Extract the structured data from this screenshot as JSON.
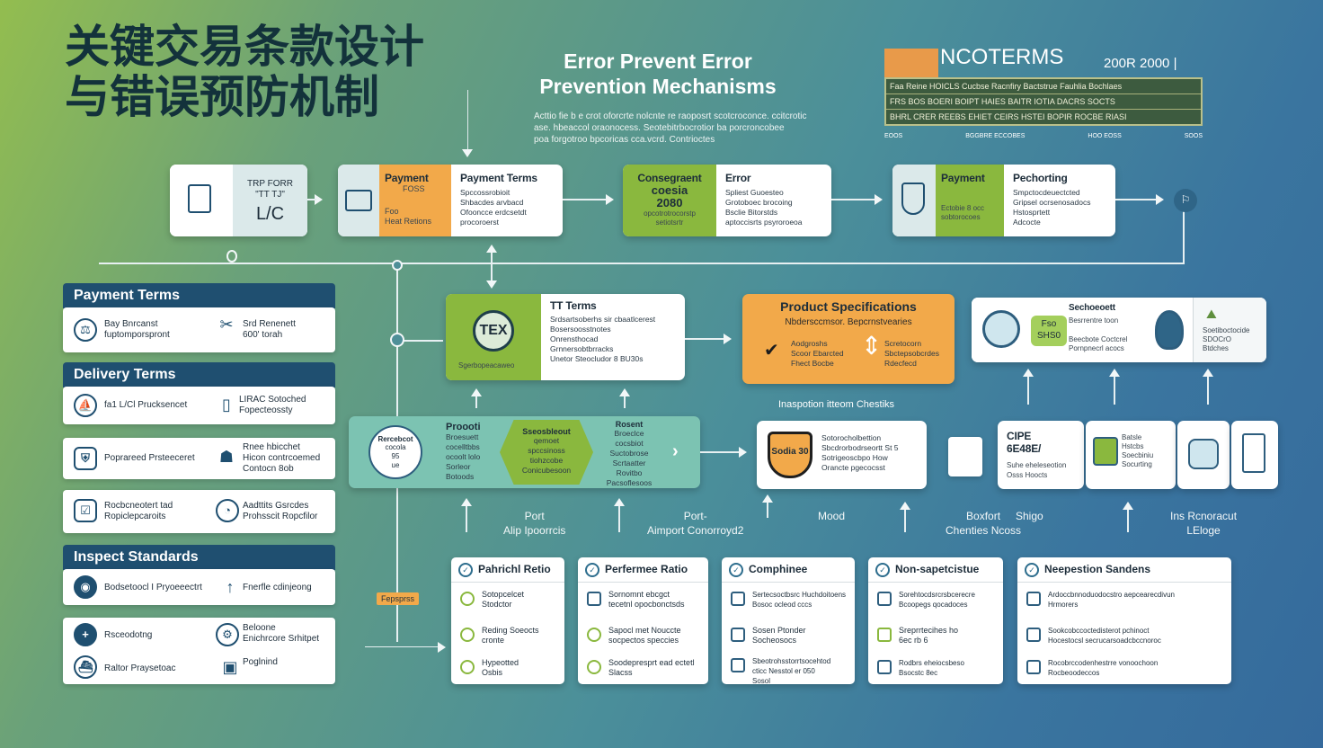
{
  "title": {
    "cn_line1": "关键交易条款设计",
    "cn_line2": "与错误预防机制",
    "en_line1": "Error Prevent Error",
    "en_line2": "Prevention Mechanisms",
    "subtitle_lines": [
      "Acttio fie b e crot oforcrte nolcnte re raoposrt scotcroconce. ccitcrotic",
      "ase. hbeaccol oraonocess. Seotebitrbocrotior ba porcroncobee",
      "poa forgotroo bpcoricas cca.vcrd. Contrioctes"
    ]
  },
  "incoterms": {
    "title": "NCOTERMS",
    "years": "200R 2000 |",
    "rows": [
      "Faa  Reine  HOICLS  Cucbse  Racnfiry  Bactstrue  Fauhlia  Bochlaes",
      "FRS  BOS   BOERI   BOIPT   HAIES   BAITR   IOTIA   DACRS   SOCTS",
      "BHRL  CRER  REEBS  EHIET  CEIRS  HSTEI  BOPIR  ROCBE  RIASI"
    ],
    "footer": [
      "EOOS",
      "BGGBRE ECCOBES",
      "HOO EOSS",
      "SOOS"
    ]
  },
  "top_flow": [
    {
      "id": "lc",
      "label": "L/C",
      "small": "TRP FORR\n\"TT TJ\""
    },
    {
      "id": "payment",
      "left_title": "Payment",
      "left_sub": "FOSS",
      "left_foot": "Foo\nHeat Retions",
      "title": "Payment Terms",
      "bullets": [
        "Spccossrobioit",
        "Shbacdes arvbacd",
        "Ofooncce erdcsetdt",
        "procoroerst"
      ]
    },
    {
      "id": "consignment",
      "left_title": "Consegraent",
      "left_num": "coesia\n2080",
      "left_foot": "opcotrotrocorstp\nsetiotsrtr",
      "title": "Error",
      "bullets": [
        "Spliest Guoesteo",
        "Grotoboec brocoing",
        "Bsclie Bitorstds",
        "aptoccisrts psyroroeoa"
      ]
    },
    {
      "id": "payment2",
      "left_title": "Payment",
      "left_foot": "Ectobie 8 occ\nsobtorocoes",
      "title": "Pechorting",
      "bullets": [
        "Smpctocdeuectcted",
        "Gripsel ocrsenosadocs",
        "Hstosprtett",
        "Adcocte"
      ]
    }
  ],
  "left_panel": {
    "payment_header": "Payment Terms",
    "payment_rows": [
      {
        "a": "Bay Bnrcanst\nfuptomporspront",
        "b": "Srd Renenett\n600' torah"
      }
    ],
    "delivery_header": "Delivery Terms",
    "delivery_rows": [
      {
        "a": "fa1 L/Cl Prucksencet",
        "b": "LIRAC Sotoched\nFopecteossty"
      },
      {
        "a": "Poprareed Prsteeceret",
        "b": "Rnee hbicchet\nHicon contrcoemed\nContocn 8ob"
      },
      {
        "a": "Rocbcneotert tad\nRopiclepcaroits",
        "b": "Aadttits Gsrcdes\nProhsscit Ropcfilor"
      }
    ],
    "inspect_header": "Inspect Standards",
    "inspect_rows": [
      {
        "a": "Bodsetoocl I Pryoeeectrt",
        "b": "Fnerfle cdinjeong"
      },
      {
        "a": "Rsceodotng",
        "b": "Beloone\nEnichrcore Srhitpet"
      },
      {
        "a": "Raltor Praysetoac",
        "b": "Poglnind"
      }
    ]
  },
  "mid_flow": {
    "tt": {
      "title": "TT Terms",
      "badge": "TEX",
      "badge_sub": "Sgerbopeacaweo",
      "bullets": [
        "Srdsartsoberhs sir cbaatlcerest",
        "Bosersoosstnotes",
        "Onrensthocad",
        "Grnnersobtbrracks",
        "Unetor Steocludor 8 BU30s"
      ]
    },
    "spec": {
      "title": "Product Specifications",
      "sub": "Nbdersccmsor. Bepcrnstvearies",
      "left": [
        "Aodgroshs",
        "Scoor Ebarcted",
        "Fhect Bocbe"
      ],
      "right": [
        "Scretocorn",
        "Sbctepsobcrdes",
        "Rdecfecd"
      ]
    },
    "scient": {
      "title": "Sechoeoett",
      "sub": "Besrrentre toon",
      "mid": "Fso\nSHS0",
      "mid_foot": "Beecbote Coctcrel\nPornpnecrl acocs",
      "right": "Soetiboctocide\nSDOCrO\nBtdches"
    }
  },
  "product_block": {
    "circle_title": "Rercebcot",
    "circle_sub": "cocola\n95\nue",
    "left_title": "Proooti",
    "left_bullets": [
      "Broesuett",
      "cocelltbbs",
      "ocoolt lolo",
      "Sorleor",
      "Botoods"
    ],
    "mid_title": "Sseosbleout",
    "mid_lines": [
      "qemoet",
      "spccsinoss",
      "tiohzcobe",
      "Conicubesoon"
    ],
    "right_title": "Rosent",
    "right_lines": [
      "Broeclce",
      "cocsbiot",
      "Suctobrose",
      "Scrtaatter",
      "Rovitbo",
      "Pacsoflesoos"
    ]
  },
  "inspection": {
    "label": "Inaspotion itteom Chestiks",
    "badge": "Sodia 30",
    "bullets": [
      "Sotorocholbettion",
      "Sbcdrorbodrseortt  St 5",
      "Sotrigeoscbpo How",
      "Orancte pgecocsst"
    ]
  },
  "cipe": {
    "title": "CIPE\n6E48E/",
    "foot": "Suhe eheleseotion\nOsss Hoocts"
  },
  "cipe_cards": [
    {
      "lines": "Batsle\nHstcbs\nSoecbiniu\nSocurting"
    }
  ],
  "bottom_labels": [
    {
      "id": "port",
      "text": "Port\nAlip Ipoorrcis"
    },
    {
      "id": "airport",
      "text": "Port-\nAimport Conorroyd2"
    },
    {
      "id": "mood",
      "text": "Mood"
    },
    {
      "id": "bexfort",
      "text": "Boxfort\nChenties Ncoss"
    },
    {
      "id": "shigo",
      "text": "Shigo"
    },
    {
      "id": "ins",
      "text": "Ins Rcnoracut\nLEloge"
    }
  ],
  "tag": "Fepsprss",
  "bottom_cards": [
    {
      "title": "Pahrichl Retio",
      "items": [
        "Sotopcelcet\nStodctor",
        "Reding Soeocts\ncronte",
        "Hypeotted\nOsbis"
      ]
    },
    {
      "title": "Perfermee Ratio",
      "items": [
        "Sornomnt ebcgct\ntecetnl opocbonctsds",
        "Sapocl met Nouccte\nsocpectos speccies",
        "Soodepresprt ead ectetl\nSlacss"
      ]
    },
    {
      "title": "Comphinee",
      "items": [
        "Sertecsoctbsrc Huchdoitoens\nBosoc ocleod cccs",
        "Sosen Ptonder\nSocheosocs",
        "Sbeotrohsstorrtsocehtod\ncticc Nesstol er 050\nSosol"
      ]
    },
    {
      "title": "Non-sapetcistue",
      "items": [
        "Sorehtocdsrcrsbcerecre\nBcoopegs qocadoces",
        "Sreprrtecihes ho\n6ec rb 6",
        "Rodbrs eheiocsbeso\nBsocstc 8ec"
      ]
    },
    {
      "title": "Neepestion Sandens",
      "items": [
        "Ardoccbnnoduodocstro aepcearecdivun\nHrmorers",
        "Sookcobccoctedisterot pchinoct\nHocestocsl secrucarsoadcbccnoroc",
        "Rocobrccodenhestrre vonoochoon\nRocbeoodeccos"
      ]
    }
  ],
  "colors": {
    "navy": "#1f4f70",
    "orange": "#f2a94a",
    "green": "#8ab83e",
    "teal": "#7cc3b2",
    "pale": "#dbe9ea"
  }
}
